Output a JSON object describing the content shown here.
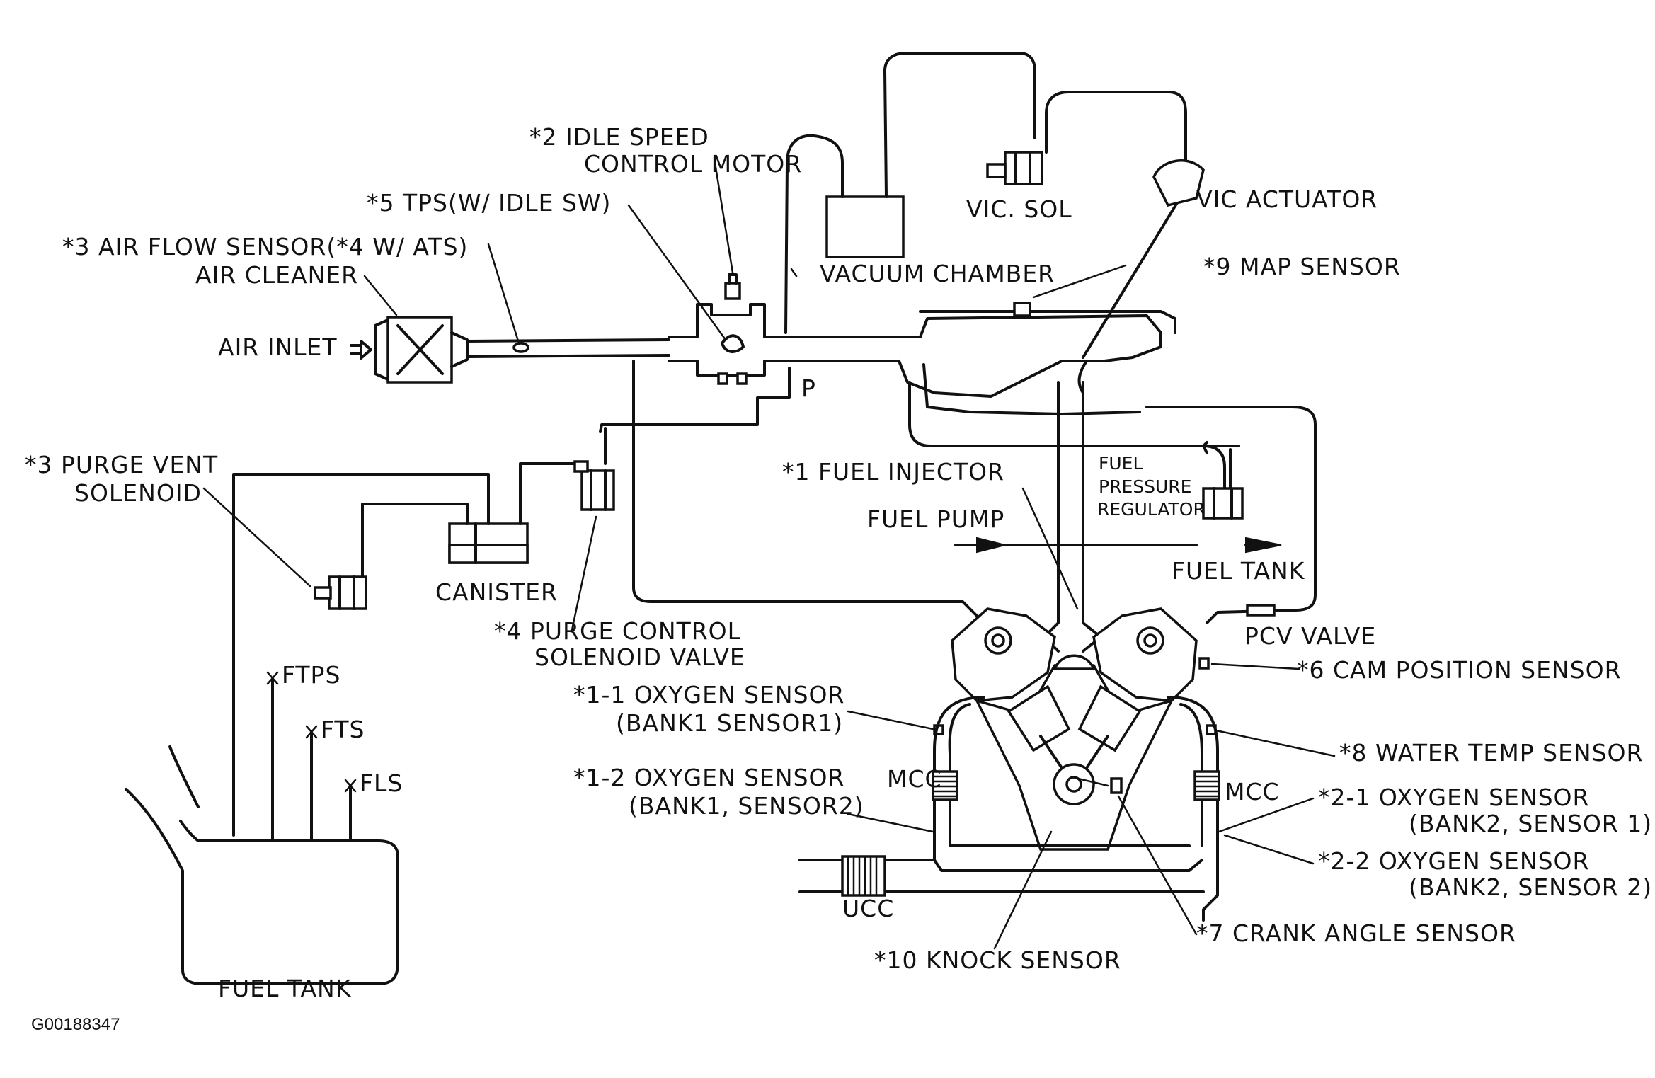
{
  "labels": {
    "idle_speed_1": "*2 IDLE SPEED",
    "idle_speed_2": "CONTROL MOTOR",
    "tps": "*5 TPS(W/ IDLE SW)",
    "air_flow": "*3 AIR FLOW SENSOR(*4 W/ ATS)",
    "air_cleaner": "AIR CLEANER",
    "air_inlet": "AIR INLET",
    "vacuum_chamber": "VACUUM CHAMBER",
    "vic_sol": "VIC. SOL",
    "vic_actuator": "VIC ACTUATOR",
    "map_sensor": "*9 MAP SENSOR",
    "p_port": "P",
    "purge_vent_1": "*3 PURGE VENT",
    "purge_vent_2": "SOLENOID",
    "canister": "CANISTER",
    "purge_control_1": "*4 PURGE CONTROL",
    "purge_control_2": "SOLENOID VALVE",
    "fuel_injector": "*1 FUEL INJECTOR",
    "fuel_pressure_1": "FUEL",
    "fuel_pressure_2": "PRESSURE",
    "fuel_pressure_3": "REGULATOR",
    "fuel_pump": "FUEL PUMP",
    "fuel_tank_return": "FUEL TANK",
    "pcv_valve": "PCV VALVE",
    "cam_position": "*6 CAM POSITION SENSOR",
    "o2_11_1": "*1-1 OXYGEN SENSOR",
    "o2_11_2": "(BANK1 SENSOR1)",
    "water_temp": "*8 WATER TEMP SENSOR",
    "o2_12_1": "*1-2 OXYGEN SENSOR",
    "o2_12_2": "(BANK1, SENSOR2)",
    "mcc_left": "MCC",
    "mcc_right": "MCC",
    "o2_21_1": "*2-1 OXYGEN SENSOR",
    "o2_21_2": "(BANK2, SENSOR 1)",
    "o2_22_1": "*2-2 OXYGEN SENSOR",
    "o2_22_2": "(BANK2, SENSOR 2)",
    "ftps": "FTPS",
    "fts": "FTS",
    "fls": "FLS",
    "ucc": "UCC",
    "crank_angle": "*7 CRANK ANGLE SENSOR",
    "knock": "*10 KNOCK SENSOR",
    "fuel_tank": "FUEL TANK",
    "ref_code": "G00188347"
  }
}
